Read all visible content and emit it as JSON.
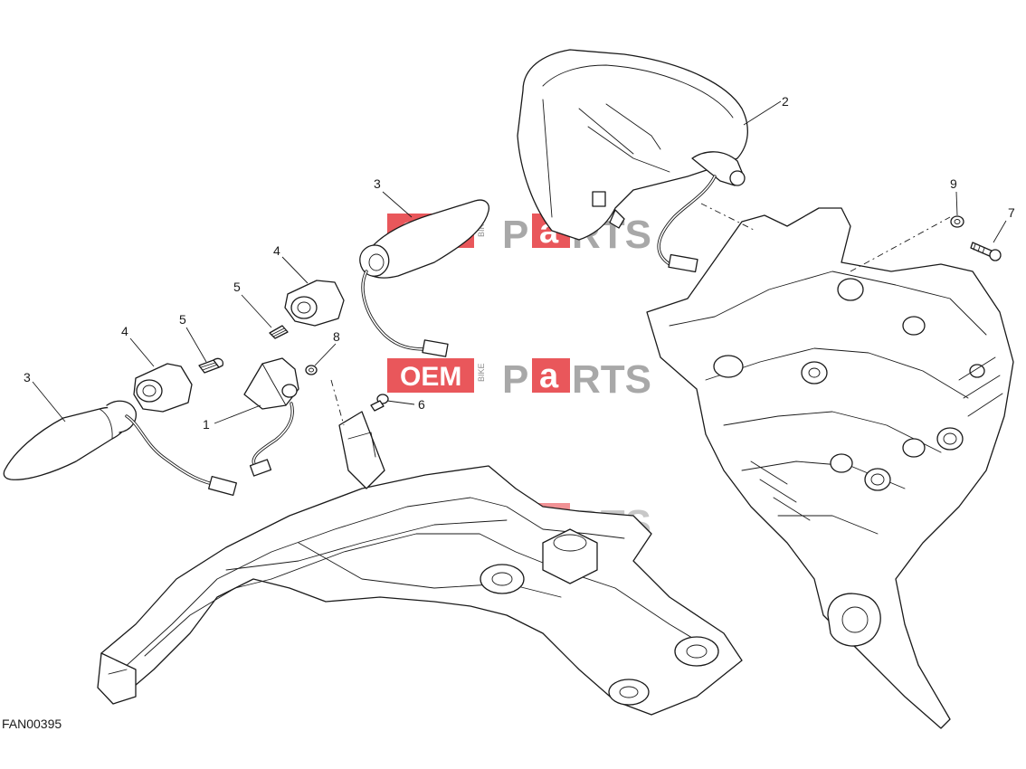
{
  "drawing_code": "FAN00395",
  "callouts": [
    "1",
    "2",
    "3",
    "3",
    "4",
    "4",
    "5",
    "5",
    "6",
    "7",
    "8",
    "9"
  ],
  "watermark": {
    "oem": "OEM",
    "bike": "BIKE",
    "p": "P",
    "a": "a",
    "rts": "RTS",
    "colors": {
      "red": "#e63a3f",
      "gray": "#9a9a9a"
    }
  },
  "parts": [
    "licence-plate-bracket",
    "tail-light",
    "turn-indicator",
    "indicator-mount",
    "screw",
    "licence-plate-light",
    "bolt",
    "washer",
    "rear-undertray"
  ]
}
